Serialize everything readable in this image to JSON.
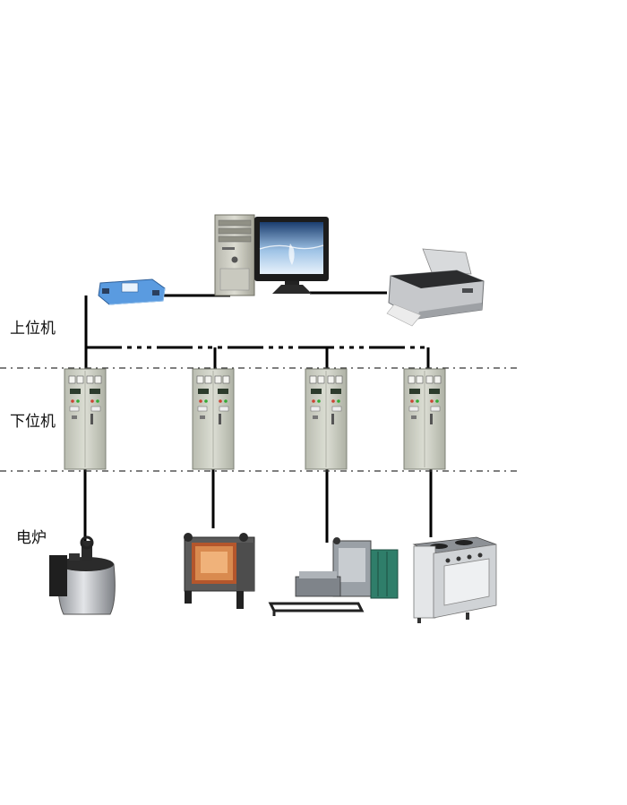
{
  "labels": {
    "upper": "上位机",
    "lower": "下位机",
    "furnace": "电炉"
  },
  "colors": {
    "line": "#000000",
    "cabinet": "#c9cbbf",
    "rs485": "#4b8fd6"
  },
  "icons": [
    "rs485-converter-icon",
    "computer-tower-icon",
    "monitor-icon",
    "printer-icon",
    "control-cabinet-icon",
    "ladle-furnace-icon",
    "box-furnace-icon",
    "trolley-furnace-icon",
    "electric-stove-icon"
  ]
}
